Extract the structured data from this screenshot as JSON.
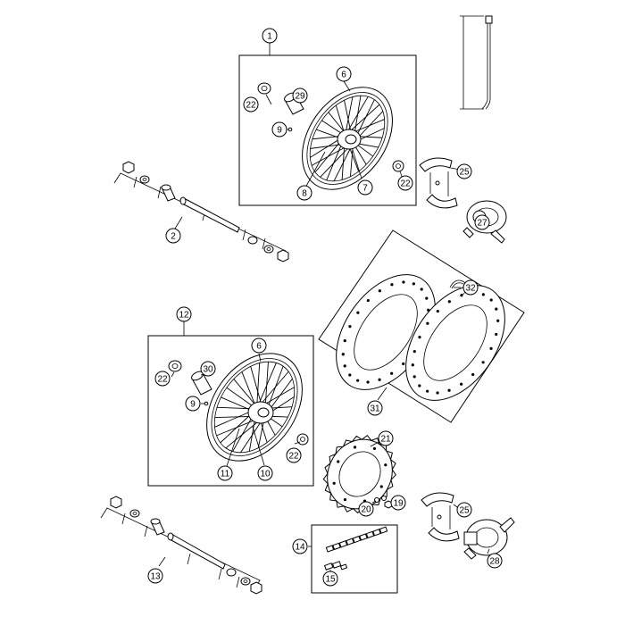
{
  "diagram": {
    "callouts": {
      "c1": "1",
      "c2": "2",
      "c6a": "6",
      "c6b": "6",
      "c7": "7",
      "c8": "8",
      "c9a": "9",
      "c9b": "9",
      "c10": "10",
      "c11": "11",
      "c12": "12",
      "c13": "13",
      "c14": "14",
      "c15": "15",
      "c19": "19",
      "c20": "20",
      "c21": "21",
      "c22a": "22",
      "c22b": "22",
      "c22c": "22",
      "c22d": "22",
      "c25a": "25",
      "c25b": "25",
      "c27": "27",
      "c28": "28",
      "c29": "29",
      "c30": "30",
      "c31": "31",
      "c32": "32"
    }
  }
}
